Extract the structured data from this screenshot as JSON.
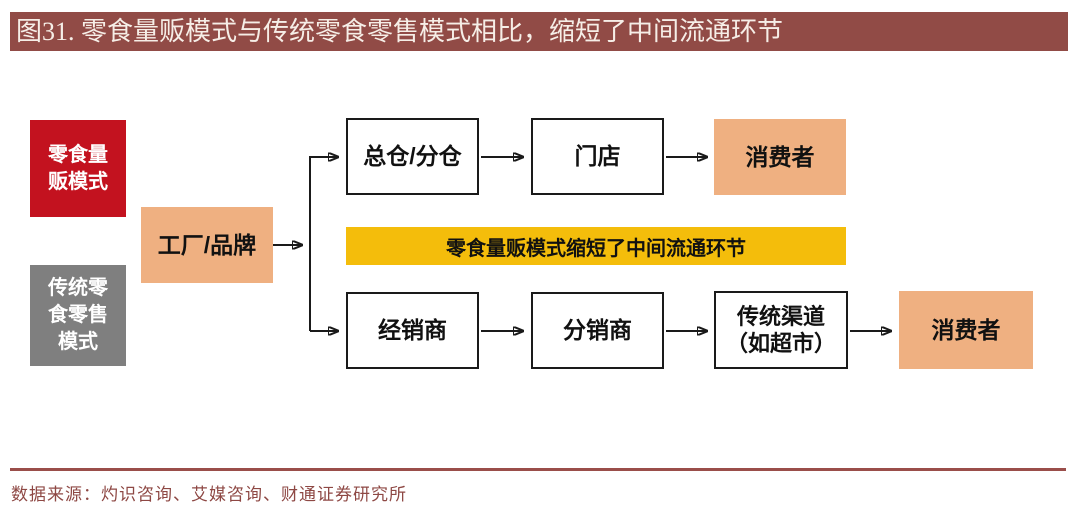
{
  "title": "图31. 零食量贩模式与传统零食零售模式相比，缩短了中间流通环节",
  "colors": {
    "header_bg": "#914B46",
    "mode_red": "#C3121F",
    "mode_gray": "#7F7F7F",
    "node_orange": "#EFB081",
    "banner_yellow": "#F4BD0B",
    "arrow_black": "#1A1A1A",
    "footer_maroon": "#8E4844"
  },
  "diagram": {
    "mode_badges": [
      {
        "label": "零食量\n贩模式"
      },
      {
        "label": "传统零\n食零售\n模式"
      }
    ],
    "source_node": "工厂/品牌",
    "top_flow": {
      "warehouse": "总仓/分仓",
      "store": "门店",
      "consumer": "消费者"
    },
    "banner": "零食量贩模式缩短了中间流通环节",
    "bottom_flow": {
      "dealer": "经销商",
      "distributor": "分销商",
      "channel": "传统渠道\n（如超市）",
      "consumer": "消费者"
    }
  },
  "footer": {
    "source": "数据来源：灼识咨询、艾媒咨询、财通证券研究所"
  }
}
